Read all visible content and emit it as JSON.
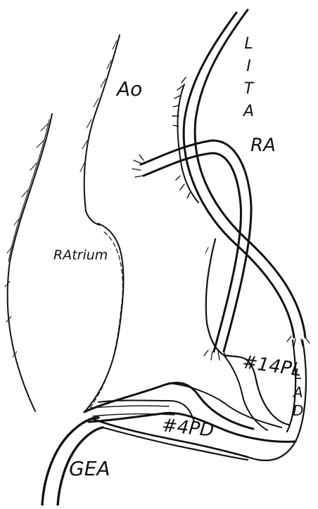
{
  "labels": {
    "lita_letters": [
      "L",
      "I",
      "T",
      "A"
    ],
    "ao": "Ao",
    "ra": "RA",
    "ratrium": "RAtrium",
    "pl14": "#14PL",
    "lad_letters": [
      "L",
      "A",
      "D"
    ],
    "pd4": "#4PD",
    "gea": "GEA"
  },
  "colors": {
    "ink": "#111111",
    "background": "#ffffff"
  }
}
